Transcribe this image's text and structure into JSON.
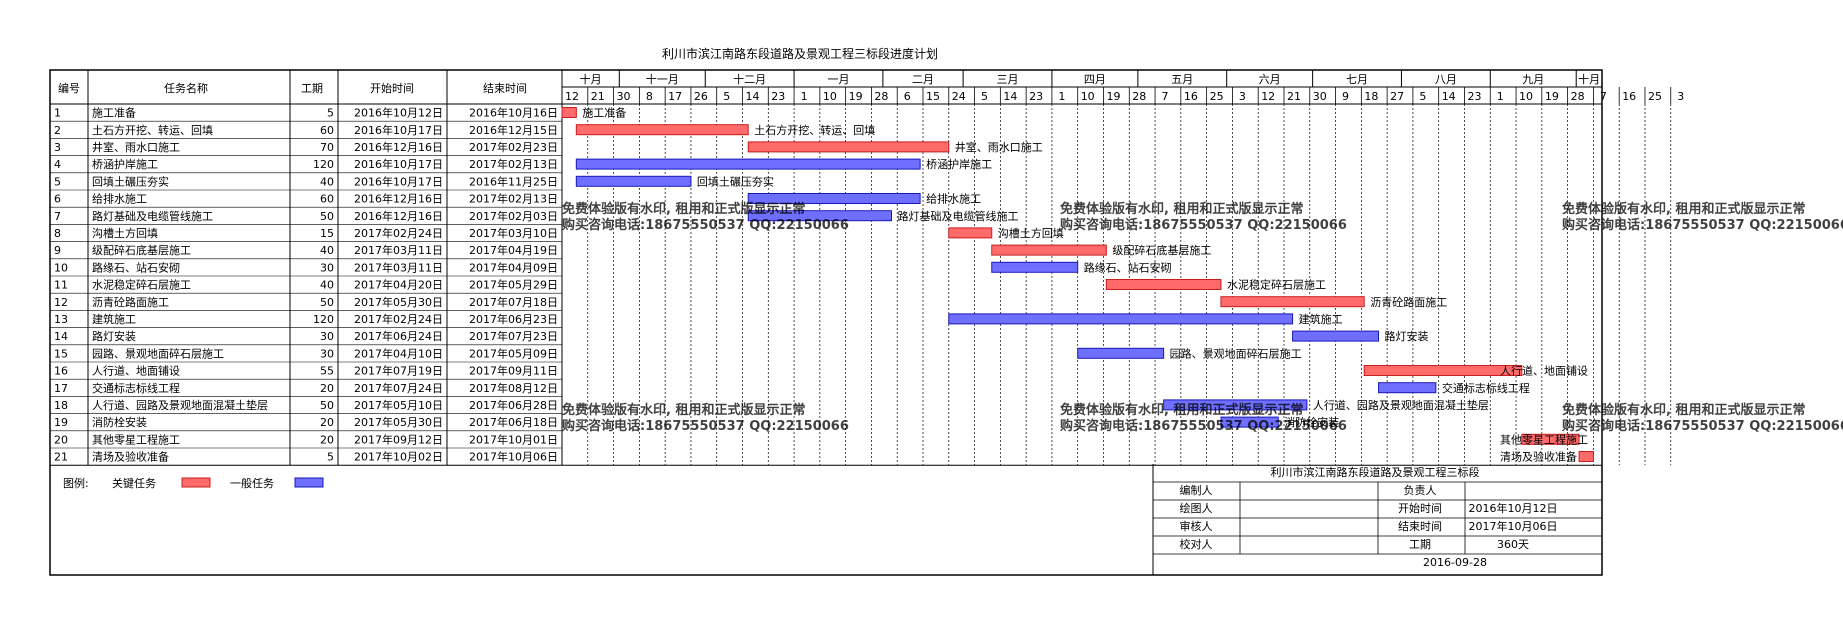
{
  "title": "利川市滨江南路东段道路及景观工程三标段进度计划",
  "headers": {
    "num": "编号",
    "name": "任务名称",
    "dur": "工期",
    "start": "开始时间",
    "end": "结束时间"
  },
  "months": [
    "十月",
    "十一月",
    "十二月",
    "一月",
    "二月",
    "三月",
    "四月",
    "五月",
    "六月",
    "七月",
    "八月",
    "九月",
    "十月"
  ],
  "days": [
    "12",
    "21",
    "30",
    "8",
    "17",
    "26",
    "5",
    "14",
    "23",
    "1",
    "10",
    "19",
    "28",
    "6",
    "15",
    "24",
    "5",
    "14",
    "23",
    "1",
    "10",
    "19",
    "28",
    "7",
    "16",
    "25",
    "3",
    "12",
    "21",
    "30",
    "9",
    "18",
    "27",
    "5",
    "14",
    "23",
    "1",
    "10",
    "19",
    "28",
    "7",
    "16",
    "25",
    "3"
  ],
  "legend": {
    "label": "图例:",
    "critical": "关键任务",
    "normal": "一般任务"
  },
  "colors": {
    "critical_fill": "#ff6b6b",
    "critical_stroke": "#c81e1e",
    "normal_fill": "#6f6fff",
    "normal_stroke": "#1a1ab8",
    "watermark": "#e0b030"
  },
  "watermarks": [
    "免费体验版有水印, 租用和正式版显示正常",
    "购买咨询电话:18675550537 QQ:22150066"
  ],
  "info_box": {
    "title": "利川市滨江南路东段道路及景观工程三标段",
    "rows": [
      {
        "label": "编制人",
        "value": "",
        "label2": "负责人",
        "value2": ""
      },
      {
        "label": "绘图人",
        "value": "",
        "label2": "开始时间",
        "value2": "2016年10月12日"
      },
      {
        "label": "审核人",
        "value": "",
        "label2": "结束时间",
        "value2": "2017年10月06日"
      },
      {
        "label": "校对人",
        "value": "",
        "label2": "工期",
        "value2": "360天"
      }
    ],
    "date": "2016-09-28"
  },
  "chart_data": {
    "type": "gantt",
    "timeline_start": "2016-10-12",
    "timeline_end": "2017-10-10",
    "tasks": [
      {
        "id": "1",
        "name": "施工准备",
        "duration": 5,
        "start": "2016-10-12",
        "end": "2016-10-16",
        "start_text": "2016年10月12日",
        "end_text": "2016年10月16日",
        "critical": true,
        "label": "施工准备"
      },
      {
        "id": "2",
        "name": "土石方开挖、转运、回填",
        "duration": 60,
        "start": "2016-10-17",
        "end": "2016-12-15",
        "start_text": "2016年10月17日",
        "end_text": "2016年12月15日",
        "critical": true,
        "label": "土石方开挖、转运、回填"
      },
      {
        "id": "3",
        "name": "井室、雨水口施工",
        "duration": 70,
        "start": "2016-12-16",
        "end": "2017-02-23",
        "start_text": "2016年12月16日",
        "end_text": "2017年02月23日",
        "critical": true,
        "label": "井室、雨水口施工"
      },
      {
        "id": "4",
        "name": "桥涵护岸施工",
        "duration": 120,
        "start": "2016-10-17",
        "end": "2017-02-13",
        "start_text": "2016年10月17日",
        "end_text": "2017年02月13日",
        "critical": false,
        "label": "桥涵护岸施工"
      },
      {
        "id": "5",
        "name": "回填土碾压夯实",
        "duration": 40,
        "start": "2016-10-17",
        "end": "2016-11-25",
        "start_text": "2016年10月17日",
        "end_text": "2016年11月25日",
        "critical": false,
        "label": "回填土碾压夯实"
      },
      {
        "id": "6",
        "name": "给排水施工",
        "duration": 60,
        "start": "2016-12-16",
        "end": "2017-02-13",
        "start_text": "2016年12月16日",
        "end_text": "2017年02月13日",
        "critical": false,
        "label": "给排水施工"
      },
      {
        "id": "7",
        "name": "路灯基础及电缆管线施工",
        "duration": 50,
        "start": "2016-12-16",
        "end": "2017-02-03",
        "start_text": "2016年12月16日",
        "end_text": "2017年02月03日",
        "critical": false,
        "label": "路灯基础及电缆管线施工"
      },
      {
        "id": "8",
        "name": "沟槽土方回填",
        "duration": 15,
        "start": "2017-02-24",
        "end": "2017-03-10",
        "start_text": "2017年02月24日",
        "end_text": "2017年03月10日",
        "critical": true,
        "label": "沟槽土方回填"
      },
      {
        "id": "9",
        "name": "级配碎石底基层施工",
        "duration": 40,
        "start": "2017-03-11",
        "end": "2017-04-19",
        "start_text": "2017年03月11日",
        "end_text": "2017年04月19日",
        "critical": true,
        "label": "级配碎石底基层施工"
      },
      {
        "id": "10",
        "name": "路缘石、站石安砌",
        "duration": 30,
        "start": "2017-03-11",
        "end": "2017-04-09",
        "start_text": "2017年03月11日",
        "end_text": "2017年04月09日",
        "critical": false,
        "label": "路缘石、站石安砌"
      },
      {
        "id": "11",
        "name": "水泥稳定碎石层施工",
        "duration": 40,
        "start": "2017-04-20",
        "end": "2017-05-29",
        "start_text": "2017年04月20日",
        "end_text": "2017年05月29日",
        "critical": true,
        "label": "水泥稳定碎石层施工"
      },
      {
        "id": "12",
        "name": "沥青砼路面施工",
        "duration": 50,
        "start": "2017-05-30",
        "end": "2017-07-18",
        "start_text": "2017年05月30日",
        "end_text": "2017年07月18日",
        "critical": true,
        "label": "沥青砼路面施工"
      },
      {
        "id": "13",
        "name": "建筑施工",
        "duration": 120,
        "start": "2017-02-24",
        "end": "2017-06-23",
        "start_text": "2017年02月24日",
        "end_text": "2017年06月23日",
        "critical": false,
        "label": "建筑施工"
      },
      {
        "id": "14",
        "name": "路灯安装",
        "duration": 30,
        "start": "2017-06-24",
        "end": "2017-07-23",
        "start_text": "2017年06月24日",
        "end_text": "2017年07月23日",
        "critical": false,
        "label": "路灯安装"
      },
      {
        "id": "15",
        "name": "园路、景观地面碎石层施工",
        "duration": 30,
        "start": "2017-04-10",
        "end": "2017-05-09",
        "start_text": "2017年04月10日",
        "end_text": "2017年05月09日",
        "critical": false,
        "label": "园路、景观地面碎石层施工"
      },
      {
        "id": "16",
        "name": "人行道、地面铺设",
        "duration": 55,
        "start": "2017-07-19",
        "end": "2017-09-11",
        "start_text": "2017年07月19日",
        "end_text": "2017年09月11日",
        "critical": true,
        "label": "人行道、地面铺设"
      },
      {
        "id": "17",
        "name": "交通标志标线工程",
        "duration": 20,
        "start": "2017-07-24",
        "end": "2017-08-12",
        "start_text": "2017年07月24日",
        "end_text": "2017年08月12日",
        "critical": false,
        "label": "交通标志标线工程"
      },
      {
        "id": "18",
        "name": "人行道、园路及景观地面混凝土垫层",
        "duration": 50,
        "start": "2017-05-10",
        "end": "2017-06-28",
        "start_text": "2017年05月10日",
        "end_text": "2017年06月28日",
        "critical": false,
        "label": "人行道、园路及景观地面混凝土垫层"
      },
      {
        "id": "19",
        "name": "消防栓安装",
        "duration": 20,
        "start": "2017-05-30",
        "end": "2017-06-18",
        "start_text": "2017年05月30日",
        "end_text": "2017年06月18日",
        "critical": false,
        "label": "消防栓安装"
      },
      {
        "id": "20",
        "name": "其他零星工程施工",
        "duration": 20,
        "start": "2017-09-12",
        "end": "2017-10-01",
        "start_text": "2017年09月12日",
        "end_text": "2017年10月01日",
        "critical": true,
        "label": "其他零星工程施工"
      },
      {
        "id": "21",
        "name": "清场及验收准备",
        "duration": 5,
        "start": "2017-10-02",
        "end": "2017-10-06",
        "start_text": "2017年10月02日",
        "end_text": "2017年10月06日",
        "critical": true,
        "label": "清场及验收准备"
      }
    ]
  }
}
